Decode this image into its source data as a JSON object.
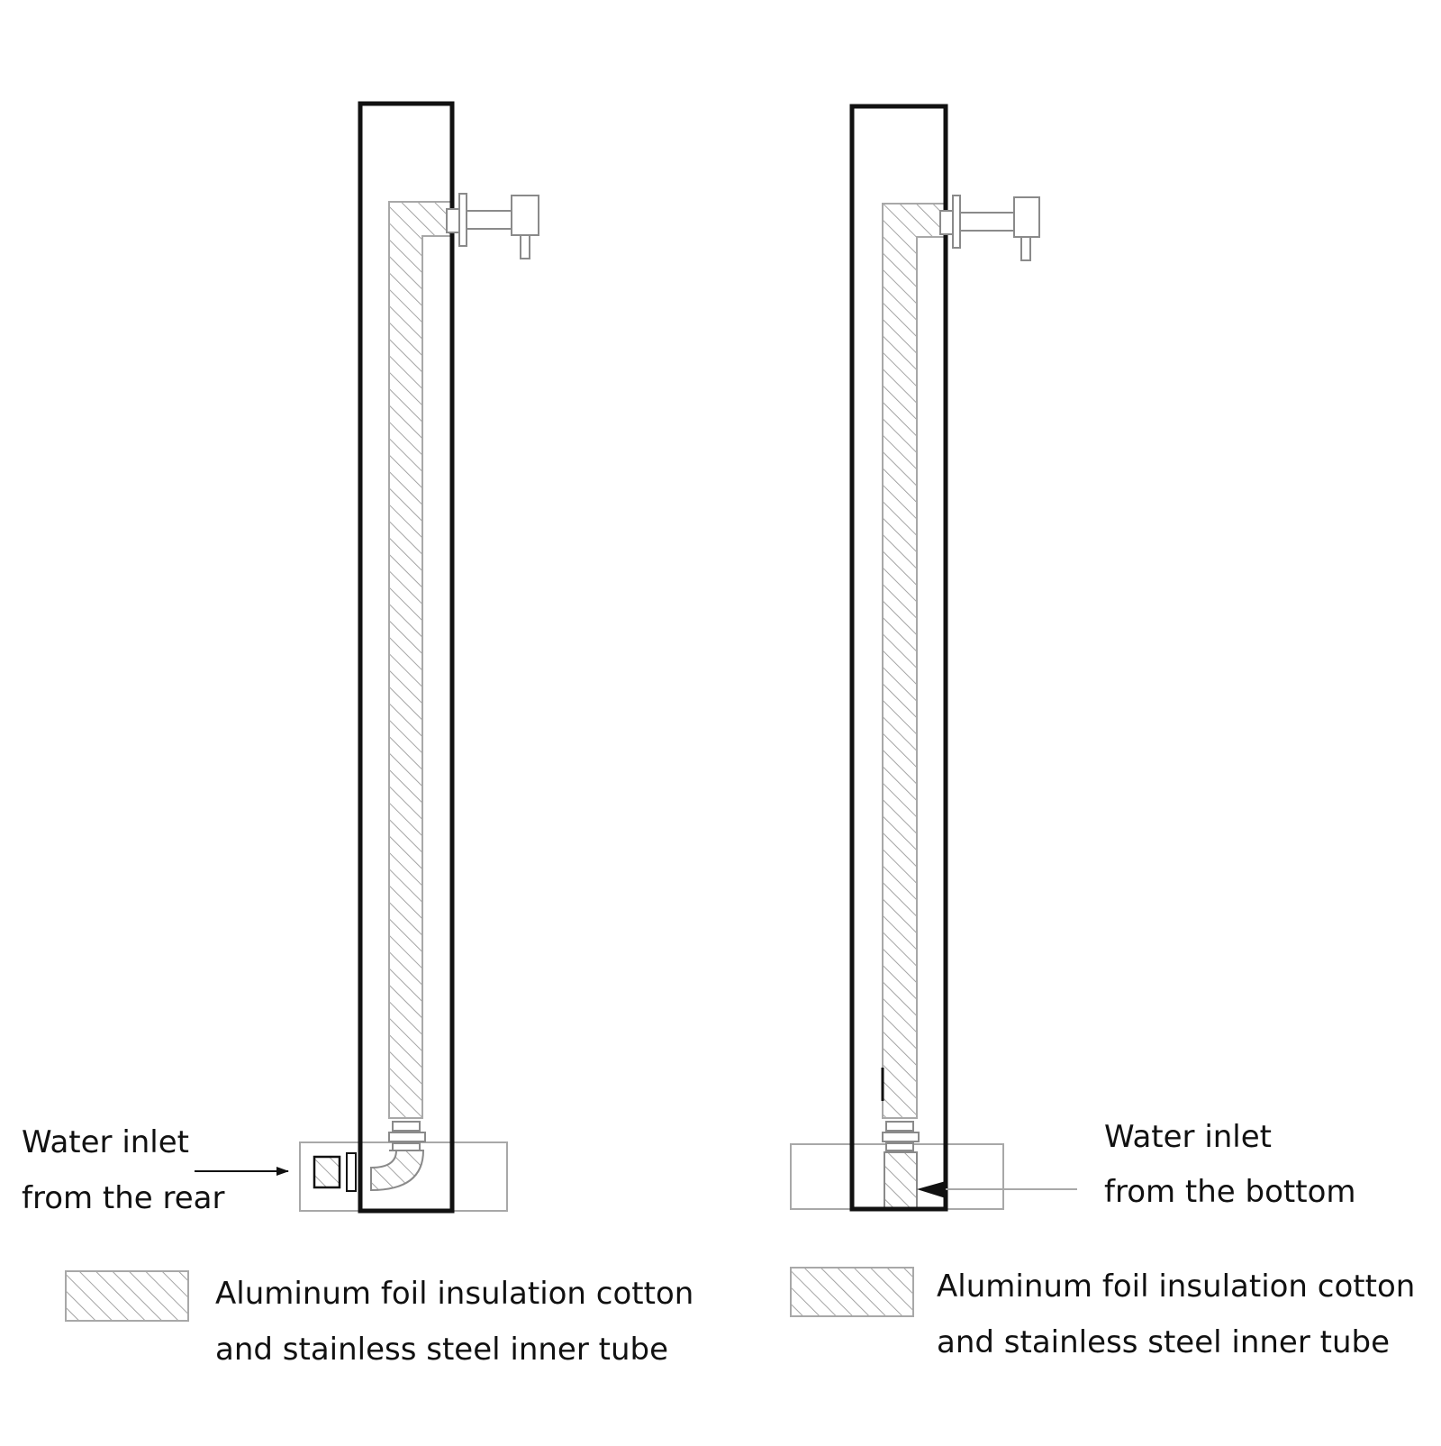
{
  "left_diagram": {
    "inlet_label": {
      "line1": "Water inlet",
      "line2": "from the rear"
    },
    "legend": {
      "line1": "Aluminum foil insulation cotton",
      "line2": "and stainless steel inner tube"
    }
  },
  "right_diagram": {
    "inlet_label": {
      "line1": "Water inlet",
      "line2": "from the bottom"
    },
    "legend": {
      "line1": "Aluminum foil insulation cotton",
      "line2": "and stainless steel inner tube"
    }
  },
  "colors": {
    "outline": "#111111",
    "light_line": "#a8a8a8",
    "hatch": "#9a9a9a"
  }
}
